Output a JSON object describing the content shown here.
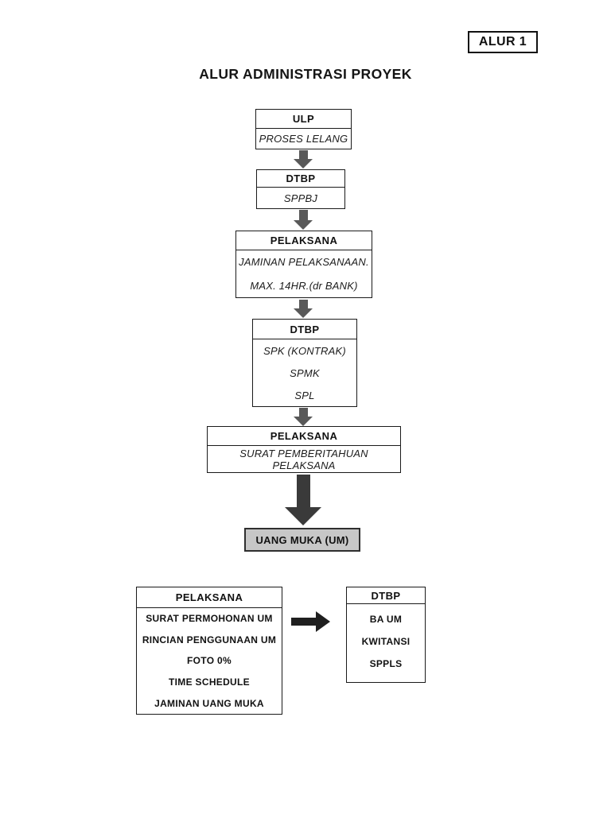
{
  "page": {
    "corner_label": "ALUR 1",
    "title": "ALUR ADMINISTRASI PROYEK"
  },
  "flow": {
    "boxes": [
      {
        "header": "ULP",
        "items": [
          "PROSES LELANG"
        ]
      },
      {
        "header": "DTBP",
        "items": [
          "SPPBJ"
        ]
      },
      {
        "header": "PELAKSANA",
        "items": [
          "JAMINAN PELAKSANAAN.",
          "MAX. 14HR.(dr BANK)"
        ]
      },
      {
        "header": "DTBP",
        "items": [
          "SPK (KONTRAK)",
          "SPMK",
          "SPL"
        ]
      },
      {
        "header": "PELAKSANA",
        "items": [
          "SURAT PEMBERITAHUAN PELAKSANA"
        ]
      }
    ],
    "milestone": "UANG MUKA (UM)"
  },
  "bottom": {
    "left": {
      "header": "PELAKSANA",
      "items": [
        "SURAT PERMOHONAN UM",
        "RINCIAN PENGGUNAAN UM",
        "FOTO 0%",
        "TIME SCHEDULE",
        "JAMINAN UANG MUKA"
      ]
    },
    "right": {
      "header": "DTBP",
      "items": [
        "BA UM",
        "KWITANSI",
        "SPPLS"
      ]
    }
  },
  "colors": {
    "border": "#1a1a1a",
    "arrow_small": "#595959",
    "arrow_big": "#3a3a3a",
    "arrow_horizontal": "#1f1f1f",
    "milestone_bg": "#c7c7c7"
  }
}
